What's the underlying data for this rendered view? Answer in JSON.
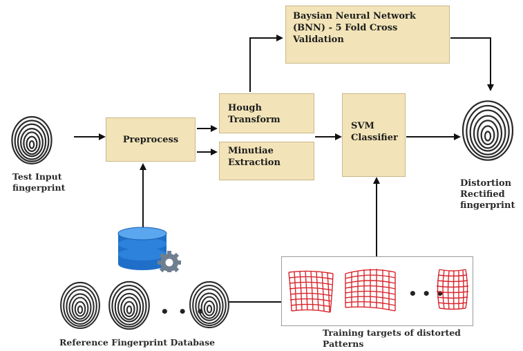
{
  "nodes": {
    "bnn": "Baysian Neural Network (BNN) - 5 Fold Cross Validation",
    "preprocess": "Preprocess",
    "hough": "Hough Transform",
    "minutiae": "Minutiae Extraction",
    "svm": "SVM Classifier"
  },
  "labels": {
    "test_input": "Test Input fingerprint",
    "distortion": "Distortion Rectified fingerprint",
    "reference_db": "Reference Fingerprint Database",
    "training": "Training targets of distorted Patterns"
  },
  "ellipsis": "• • •",
  "icons": {
    "database": "database-gear-icon",
    "fingerprint": "fingerprint-icon",
    "distorted_grid": "distorted-grid-icon"
  },
  "colors": {
    "box_fill": "#f2e4b8",
    "database_blue": "#1f6fc9",
    "gear_grey": "#6f7f8f",
    "grid_red": "#d8232a"
  }
}
